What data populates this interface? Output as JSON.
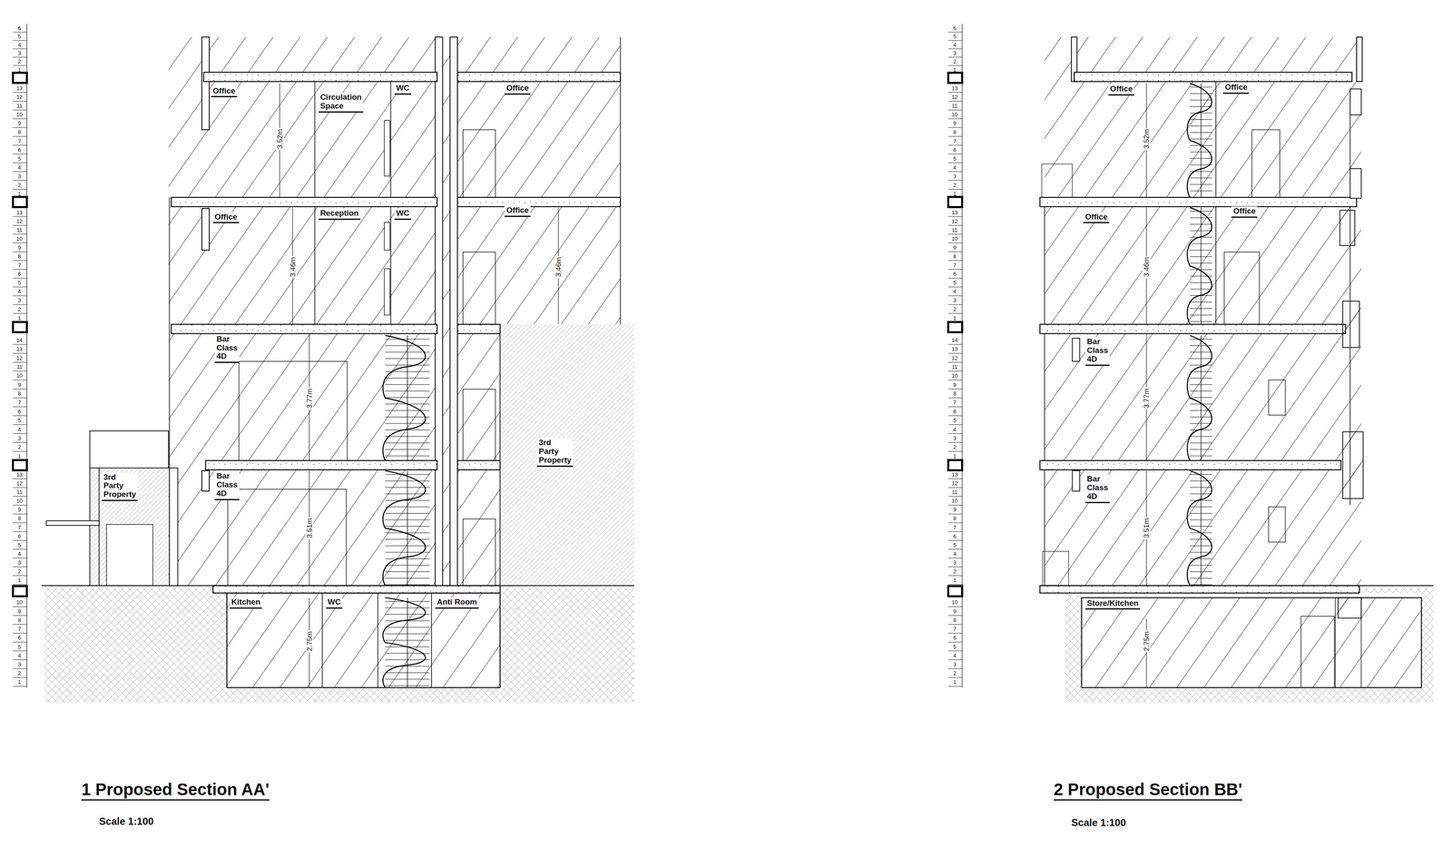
{
  "diagram": {
    "nodes": [
      {
        "text": [
          "1 Proposed Section AA'",
          "Scale 1:100"
        ]
      },
      {
        "text": [
          "Office"
        ],
        "in": 0
      },
      {
        "text": [
          "Circulation Space"
        ],
        "in": 0
      },
      {
        "text": [
          "WC"
        ],
        "in": 0
      },
      {
        "text": [
          "Office"
        ],
        "in": 0
      },
      {
        "text": [
          "Office"
        ],
        "in": 0
      },
      {
        "text": [
          "Reception"
        ],
        "in": 0
      },
      {
        "text": [
          "WC"
        ],
        "in": 0
      },
      {
        "text": [
          "Office"
        ],
        "in": 0
      },
      {
        "text": [
          "Bar Class 4D"
        ],
        "in": 0
      },
      {
        "text": [
          "3rd Party Property"
        ],
        "in": 0
      },
      {
        "text": [
          "3rd Party Property"
        ],
        "in": 0
      },
      {
        "text": [
          "Bar Class 4D"
        ],
        "in": 0
      },
      {
        "text": [
          "Kitchen"
        ],
        "in": 0
      },
      {
        "text": [
          "WC"
        ],
        "in": 0
      },
      {
        "text": [
          "Anti Room"
        ],
        "in": 0
      },
      {
        "text": [
          "2 Proposed Section BB'",
          "Scale 1:100"
        ]
      },
      {
        "text": [
          "Office"
        ],
        "in": 16
      },
      {
        "text": [
          "Office"
        ],
        "in": 16
      },
      {
        "text": [
          "Office"
        ],
        "in": 16
      },
      {
        "text": [
          "Office"
        ],
        "in": 16
      },
      {
        "text": [
          "Bar Class 4D"
        ],
        "in": 16
      },
      {
        "text": [
          "Bar Class 4D"
        ],
        "in": 16
      },
      {
        "text": [
          "Store/Kitchen"
        ],
        "in": 16
      }
    ],
    "labels": [
      "6",
      "5",
      "4",
      "3",
      "2",
      "1",
      "13",
      "12",
      "11",
      "10",
      "9",
      "8",
      "7",
      "6",
      "5",
      "4",
      "3",
      "2",
      "1",
      "13",
      "12",
      "11",
      "10",
      "9",
      "8",
      "7",
      "6",
      "5",
      "4",
      "3",
      "2",
      "1",
      "14",
      "13",
      "12",
      "11",
      "10",
      "9",
      "8",
      "7",
      "6",
      "5",
      "4",
      "3",
      "2",
      "1",
      "13",
      "12",
      "11",
      "10",
      "9",
      "8",
      "7",
      "6",
      "5",
      "4",
      "3",
      "2",
      "1",
      "10",
      "9",
      "8",
      "7",
      "6",
      "5",
      "4",
      "3",
      "2",
      "1",
      "3.52m",
      "3.46m",
      "3.46m",
      "3.77m",
      "3.51m",
      "2.75m",
      "6",
      "5",
      "4",
      "3",
      "2",
      "1",
      "13",
      "12",
      "11",
      "10",
      "9",
      "8",
      "7",
      "6",
      "5",
      "4",
      "3",
      "2",
      "1",
      "13",
      "12",
      "11",
      "10",
      "9",
      "8",
      "7",
      "6",
      "5",
      "4",
      "3",
      "2",
      "1",
      "14",
      "13",
      "12",
      "11",
      "10",
      "9",
      "8",
      "7",
      "6",
      "5",
      "4",
      "3",
      "2",
      "1",
      "13",
      "12",
      "11",
      "10",
      "9",
      "8",
      "7",
      "6",
      "5",
      "4",
      "3",
      "2",
      "1",
      "10",
      "9",
      "8",
      "7",
      "6",
      "5",
      "4",
      "3",
      "2",
      "1",
      "3.52m",
      "3.46m",
      "3.77m",
      "3.51m",
      "2.75m"
    ]
  }
}
